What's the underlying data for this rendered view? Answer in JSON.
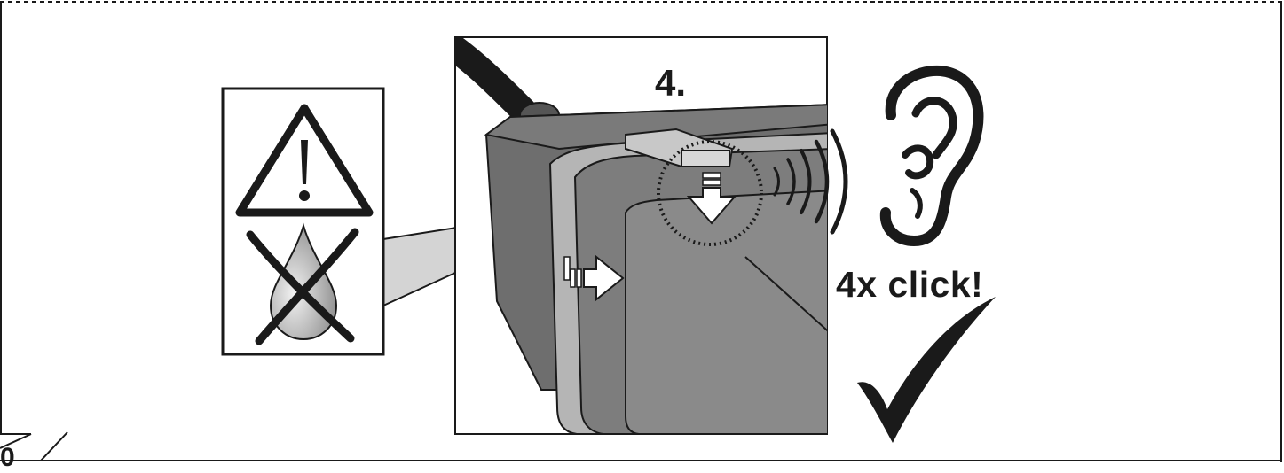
{
  "instruction": {
    "step_label": "4.",
    "click_label": "4x click!",
    "page_number": "0"
  },
  "icons": {
    "warning": "warning-triangle-icon",
    "no_liquid": "no-liquid-drop-icon",
    "ear": "ear-icon",
    "sound_waves": "sound-waves-icon",
    "arrow_down": "arrow-down-icon",
    "arrow_right": "arrow-right-icon",
    "checkmark": "checkmark-icon"
  },
  "colors": {
    "device_dark": "#6e6e6e",
    "device_face": "#8a8a8a",
    "device_light": "#b5b5b5",
    "ink": "#1a1a1a"
  }
}
